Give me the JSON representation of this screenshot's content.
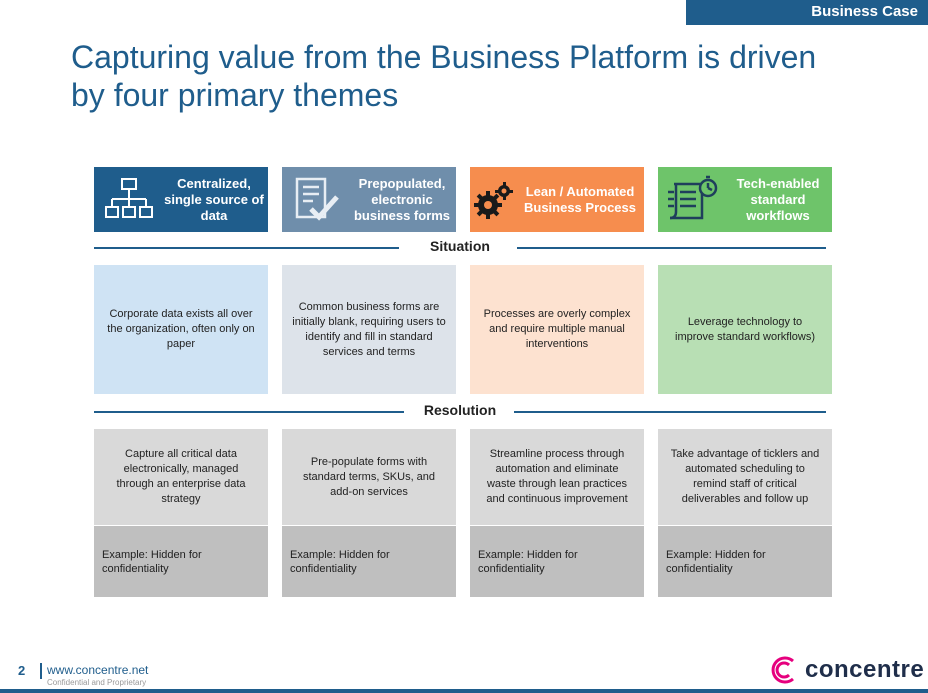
{
  "header": {
    "tag": "Business Case",
    "title": "Capturing value from the Business Platform is driven by four primary themes"
  },
  "themes": [
    {
      "title": "Centralized, single source of data",
      "icon": "org-chart-icon"
    },
    {
      "title": "Prepopulated, electronic business forms",
      "icon": "form-check-icon"
    },
    {
      "title": "Lean / Automated Business Process",
      "icon": "gears-icon"
    },
    {
      "title": "Tech-enabled standard workflows",
      "icon": "checklist-timer-icon"
    }
  ],
  "sections": {
    "situation": "Situation",
    "resolution": "Resolution"
  },
  "situation": [
    "Corporate data exists all over the organization, often only on paper",
    "Common business forms are initially blank, requiring users to identify and fill in standard services and terms",
    "Processes are overly complex and require multiple manual interventions",
    "Leverage technology to improve standard workflows)"
  ],
  "resolution": [
    "Capture all critical data electronically, managed through an enterprise data strategy",
    "Pre-populate forms with standard terms, SKUs, and add-on services",
    "Streamline process through automation and eliminate waste through lean practices and continuous improvement",
    "Take advantage of ticklers and automated scheduling to remind staff of critical deliverables and follow up"
  ],
  "examples": [
    "Example: Hidden for confidentiality",
    "Example: Hidden for confidentiality",
    "Example: Hidden for confidentiality",
    "Example: Hidden for confidentiality"
  ],
  "footer": {
    "page": "2",
    "url": "www.concentre.net",
    "confidential": "Confidential and Proprietary",
    "logo_text": "concentre"
  },
  "colors": {
    "primary": "#1f5d8c",
    "orange": "#f68d4e",
    "green": "#6ec46a",
    "slate": "#6f8eab"
  }
}
